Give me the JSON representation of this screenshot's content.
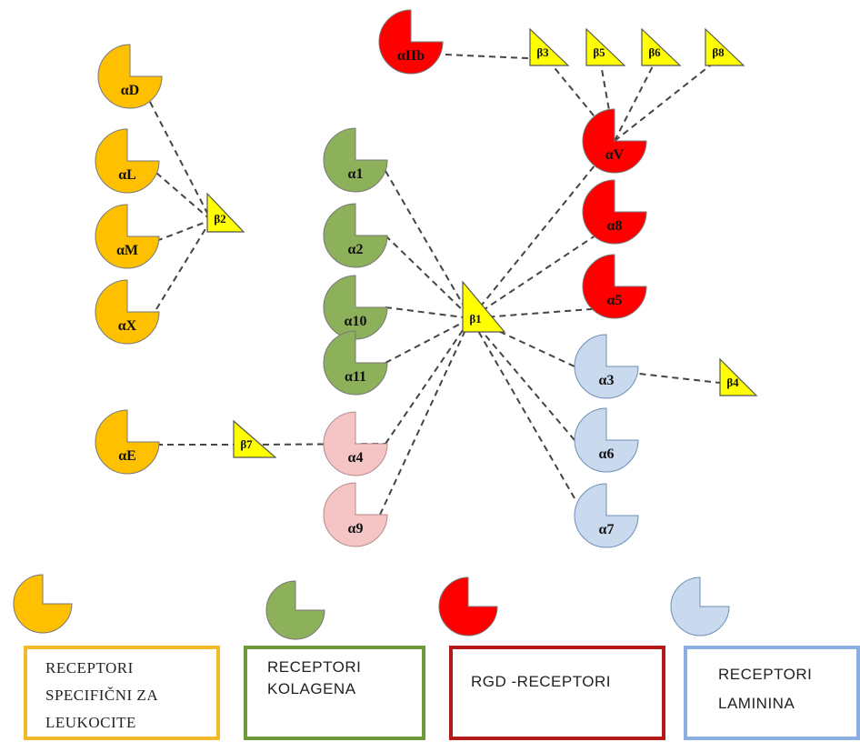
{
  "colors": {
    "leukocyte": "#ffc000",
    "collagen": "#8db05a",
    "rgd": "#ff0000",
    "laminin": "#c9d9ee",
    "pink": "#f5c4c4",
    "beta": "#ffff00",
    "line": "#444444"
  },
  "alphas": [
    {
      "id": "aD",
      "label": "αD",
      "group": "leukocyte"
    },
    {
      "id": "aL",
      "label": "αL",
      "group": "leukocyte"
    },
    {
      "id": "aM",
      "label": "αM",
      "group": "leukocyte"
    },
    {
      "id": "aX",
      "label": "αX",
      "group": "leukocyte"
    },
    {
      "id": "aE",
      "label": "αE",
      "group": "leukocyte"
    },
    {
      "id": "a1",
      "label": "α1",
      "group": "collagen"
    },
    {
      "id": "a2",
      "label": "α2",
      "group": "collagen"
    },
    {
      "id": "a10",
      "label": "α10",
      "group": "collagen"
    },
    {
      "id": "a11",
      "label": "α11",
      "group": "collagen"
    },
    {
      "id": "a4",
      "label": "α4",
      "group": "pink"
    },
    {
      "id": "a9",
      "label": "α9",
      "group": "pink"
    },
    {
      "id": "aIIb",
      "label": "αIIb",
      "group": "rgd"
    },
    {
      "id": "aV",
      "label": "αV",
      "group": "rgd"
    },
    {
      "id": "a8",
      "label": "α8",
      "group": "rgd"
    },
    {
      "id": "a5",
      "label": "α5",
      "group": "rgd"
    },
    {
      "id": "a3",
      "label": "α3",
      "group": "laminin"
    },
    {
      "id": "a6",
      "label": "α6",
      "group": "laminin"
    },
    {
      "id": "a7",
      "label": "α7",
      "group": "laminin"
    }
  ],
  "betas": [
    {
      "id": "b1",
      "label": "β1"
    },
    {
      "id": "b2",
      "label": "β2"
    },
    {
      "id": "b3",
      "label": "β3"
    },
    {
      "id": "b4",
      "label": "β4"
    },
    {
      "id": "b5",
      "label": "β5"
    },
    {
      "id": "b6",
      "label": "β6"
    },
    {
      "id": "b7",
      "label": "β7"
    },
    {
      "id": "b8",
      "label": "β8"
    }
  ],
  "connections": [
    [
      "aD",
      "b2"
    ],
    [
      "aL",
      "b2"
    ],
    [
      "aM",
      "b2"
    ],
    [
      "aX",
      "b2"
    ],
    [
      "aE",
      "b7"
    ],
    [
      "b7",
      "a4"
    ],
    [
      "a1",
      "b1"
    ],
    [
      "a2",
      "b1"
    ],
    [
      "a10",
      "b1"
    ],
    [
      "a11",
      "b1"
    ],
    [
      "a4",
      "b1"
    ],
    [
      "a9",
      "b1"
    ],
    [
      "aV",
      "b1"
    ],
    [
      "a8",
      "b1"
    ],
    [
      "a5",
      "b1"
    ],
    [
      "a3",
      "b1"
    ],
    [
      "a6",
      "b1"
    ],
    [
      "a7",
      "b1"
    ],
    [
      "aIIb",
      "b3"
    ],
    [
      "aV",
      "b3"
    ],
    [
      "aV",
      "b5"
    ],
    [
      "aV",
      "b6"
    ],
    [
      "aV",
      "b8"
    ],
    [
      "a3",
      "b4"
    ]
  ],
  "legend": [
    {
      "group": "leukocyte",
      "lines": [
        "RECEPTORI",
        "SPECIFIČNI ZA",
        "LEUKOCITE"
      ]
    },
    {
      "group": "collagen",
      "lines": [
        "RECEPTORI",
        "KOLAGENA"
      ]
    },
    {
      "group": "rgd",
      "lines": [
        "RGD -RECEPTORI"
      ]
    },
    {
      "group": "laminin",
      "lines": [
        "RECEPTORI",
        "LAMININA"
      ]
    }
  ]
}
